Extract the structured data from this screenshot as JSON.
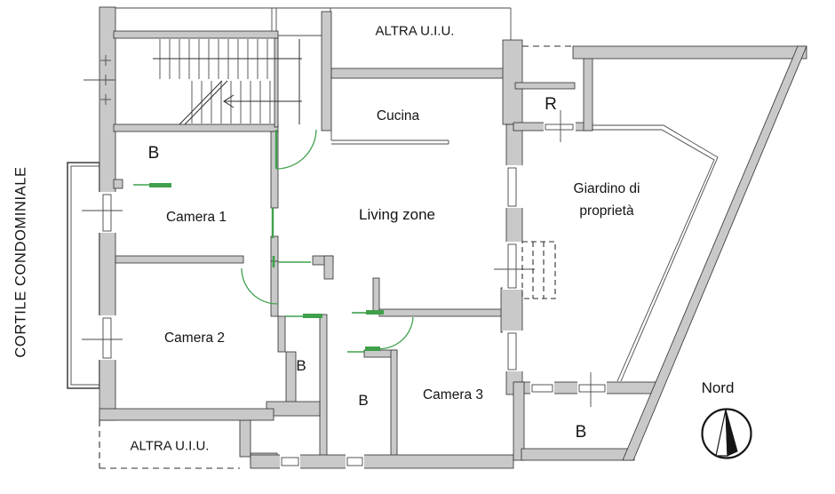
{
  "colors": {
    "wall_fill": "#c9c9c9",
    "wall_outline": "#2e2e2e",
    "door_green": "#3fa04b",
    "text": "#141414",
    "background": "#ffffff"
  },
  "labels": {
    "altra_uiu_top": "ALTRA U.I.U.",
    "altra_uiu_bottom": "ALTRA U.I.U.",
    "cortile_condominiale": "CORTILE CONDOMINIALE",
    "cucina": "Cucina",
    "living_zone": "Living zone",
    "camera_1": "Camera 1",
    "camera_2": "Camera 2",
    "camera_3": "Camera 3",
    "bagno_top_left": "B",
    "bagno_hall_1": "B",
    "bagno_hall_2": "B",
    "bagno_garden": "B",
    "ripostiglio": "R",
    "giardino_line1": "Giardino di",
    "giardino_line2": "proprietà",
    "nord": "Nord"
  }
}
